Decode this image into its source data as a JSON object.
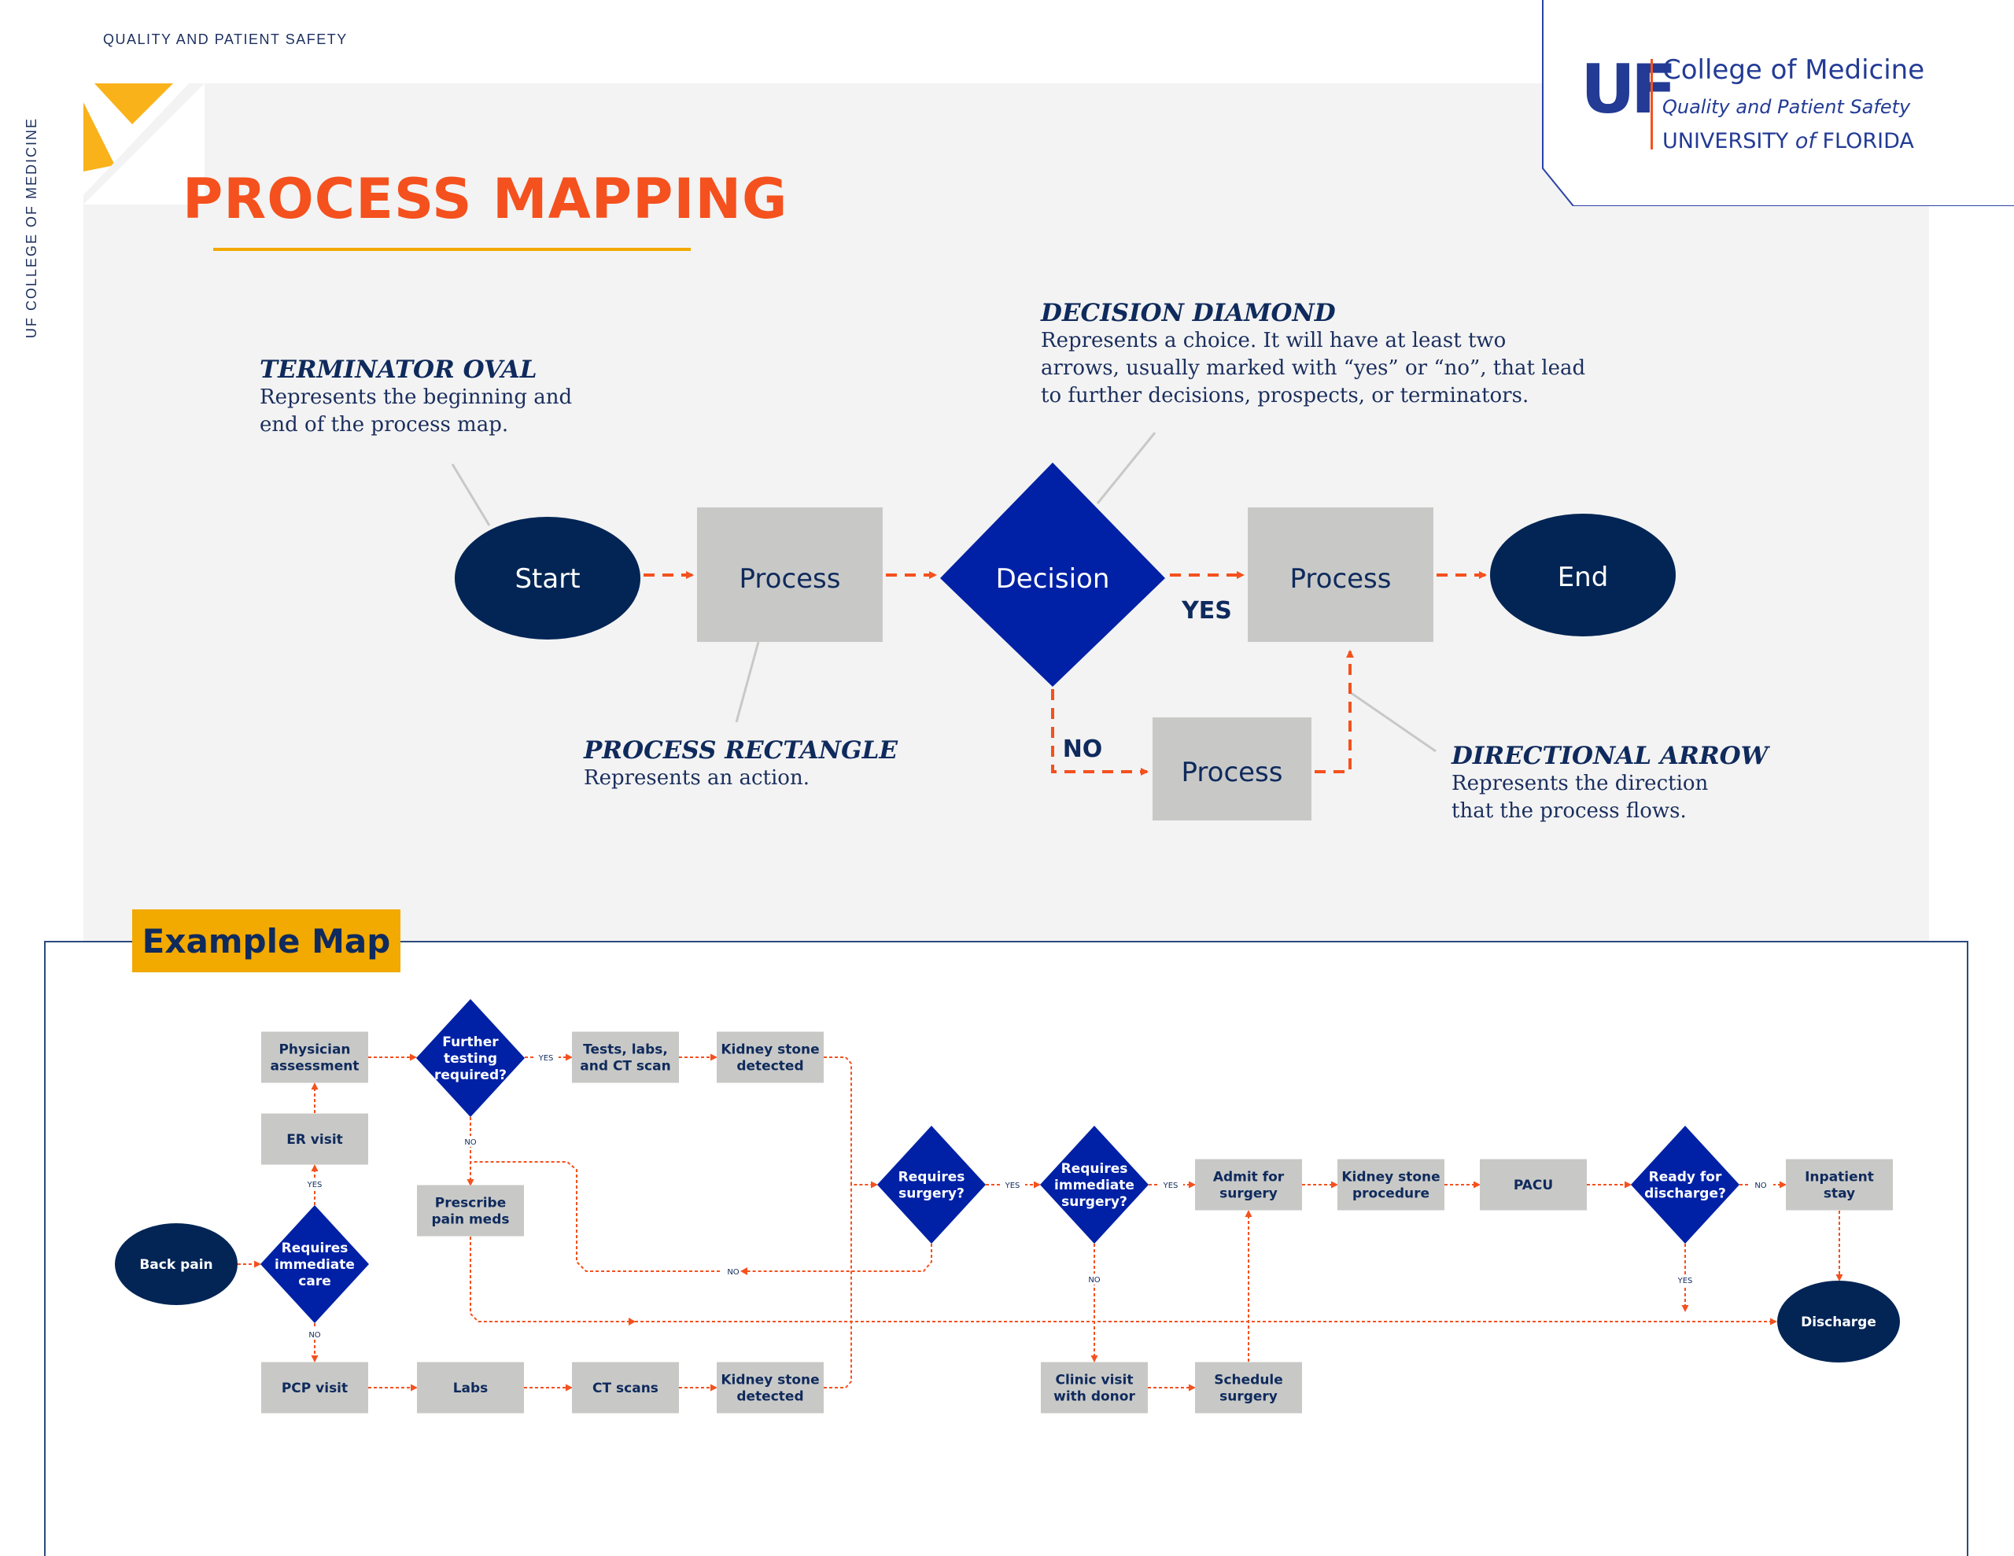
{
  "header": {
    "top_label": "QUALITY AND PATIENT SAFETY",
    "side_label": "UF COLLEGE OF MEDICINE",
    "logo": {
      "mark": "UF",
      "line1": "College of Medicine",
      "line2": "Quality and Patient Safety",
      "line3_a": "UNIVERSITY ",
      "line3_b": "of",
      "line3_c": " FLORIDA"
    }
  },
  "colors": {
    "title": "#f4511e",
    "accent_gold": "#f2a900",
    "navy": "#0f2a5c",
    "terminator": "#022555",
    "decision": "#0021a5",
    "process": "#c8c9c7",
    "arrow": "#f4511e",
    "panel": "#f3f3f3"
  },
  "title": "PROCESS MAPPING",
  "legend": {
    "terminator": {
      "heading": "TERMINATOR OVAL",
      "text_lines": [
        "Represents the beginning and",
        "end of the process map."
      ]
    },
    "decision": {
      "heading": "DECISION DIAMOND",
      "text_lines": [
        "Represents a choice. It will have at least two",
        "arrows, usually marked with “yes” or “no”, that lead",
        "to further decisions, prospects, or terminators."
      ]
    },
    "process": {
      "heading": "PROCESS RECTANGLE",
      "text_lines": [
        "Represents an action."
      ]
    },
    "arrow": {
      "heading": "DIRECTIONAL ARROW",
      "text_lines": [
        "Represents the direction",
        "that the process flows."
      ]
    }
  },
  "legend_diagram": {
    "start": "Start",
    "process1": "Process",
    "decision": "Decision",
    "process2": "Process",
    "end": "End",
    "process3": "Process",
    "yes": "YES",
    "no": "NO"
  },
  "example": {
    "label": "Example Map",
    "nodes": {
      "back_pain": [
        "Back pain"
      ],
      "req_immediate_care": [
        "Requires",
        "immediate",
        "care"
      ],
      "er_visit": [
        "ER visit"
      ],
      "physician": [
        "Physician",
        "assessment"
      ],
      "further_testing": [
        "Further",
        "testing",
        "required?"
      ],
      "tests_labs": [
        "Tests, labs,",
        "and CT scan"
      ],
      "kidney_top": [
        "Kidney stone",
        "detected"
      ],
      "prescribe": [
        "Prescribe",
        "pain meds"
      ],
      "pcp": [
        "PCP visit"
      ],
      "labs": [
        "Labs"
      ],
      "ct_scans": [
        "CT scans"
      ],
      "kidney_bottom": [
        "Kidney stone",
        "detected"
      ],
      "req_surgery": [
        "Requires",
        "surgery?"
      ],
      "req_imm_surgery": [
        "Requires",
        "immediate",
        "surgery?"
      ],
      "admit": [
        "Admit for",
        "surgery"
      ],
      "kidney_proc": [
        "Kidney stone",
        "procedure"
      ],
      "pacu": [
        "PACU"
      ],
      "ready_discharge": [
        "Ready for",
        "discharge?"
      ],
      "inpatient": [
        "Inpatient",
        "stay"
      ],
      "discharge": [
        "Discharge"
      ],
      "clinic": [
        "Clinic visit",
        "with donor"
      ],
      "schedule": [
        "Schedule",
        "surgery"
      ]
    },
    "edge_labels": {
      "yes": "YES",
      "no": "NO"
    }
  }
}
